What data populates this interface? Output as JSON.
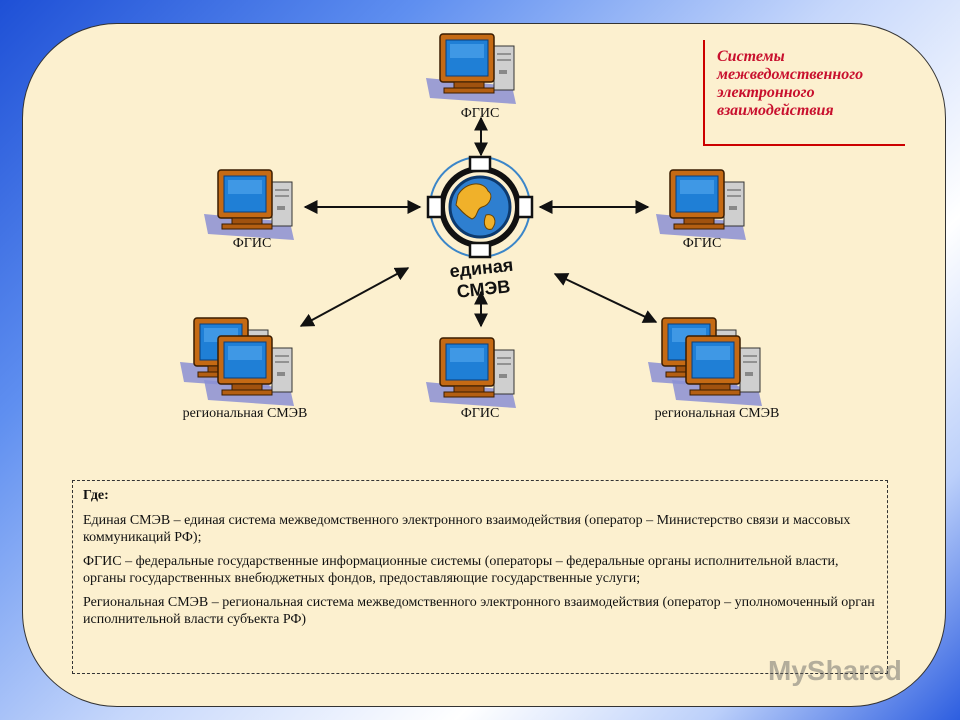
{
  "title": "Системы межведомственного электронного взаимодействия",
  "central": {
    "label": "единая СМЭВ"
  },
  "nodes": {
    "top": "ФГИС",
    "left": "ФГИС",
    "right": "ФГИС",
    "bottom_left": "региональная СМЭВ",
    "bottom_center": "ФГИС",
    "bottom_right": "региональная СМЭВ"
  },
  "legend": {
    "heading": "Где:",
    "items": [
      "Единая СМЭВ – единая система межведомственного электронного взаимодействия (оператор – Министерство связи и массовых коммуникаций РФ);",
      "ФГИС – федеральные государственные информационные системы (операторы – федеральные органы исполнительной власти, органы государственных внебюджетных фондов, предоставляющие государственные услуги;",
      "Региональная СМЭВ – региональная система межведомственного электронного взаимодействия (оператор – уполномоченный орган исполнительной власти субъекта РФ)"
    ]
  },
  "watermark": "MyShared",
  "colors": {
    "title": "#c8102e",
    "background": "#fcf0cf",
    "monitor_screen": "#1f7fd6",
    "computer_case": "#c56a14"
  }
}
